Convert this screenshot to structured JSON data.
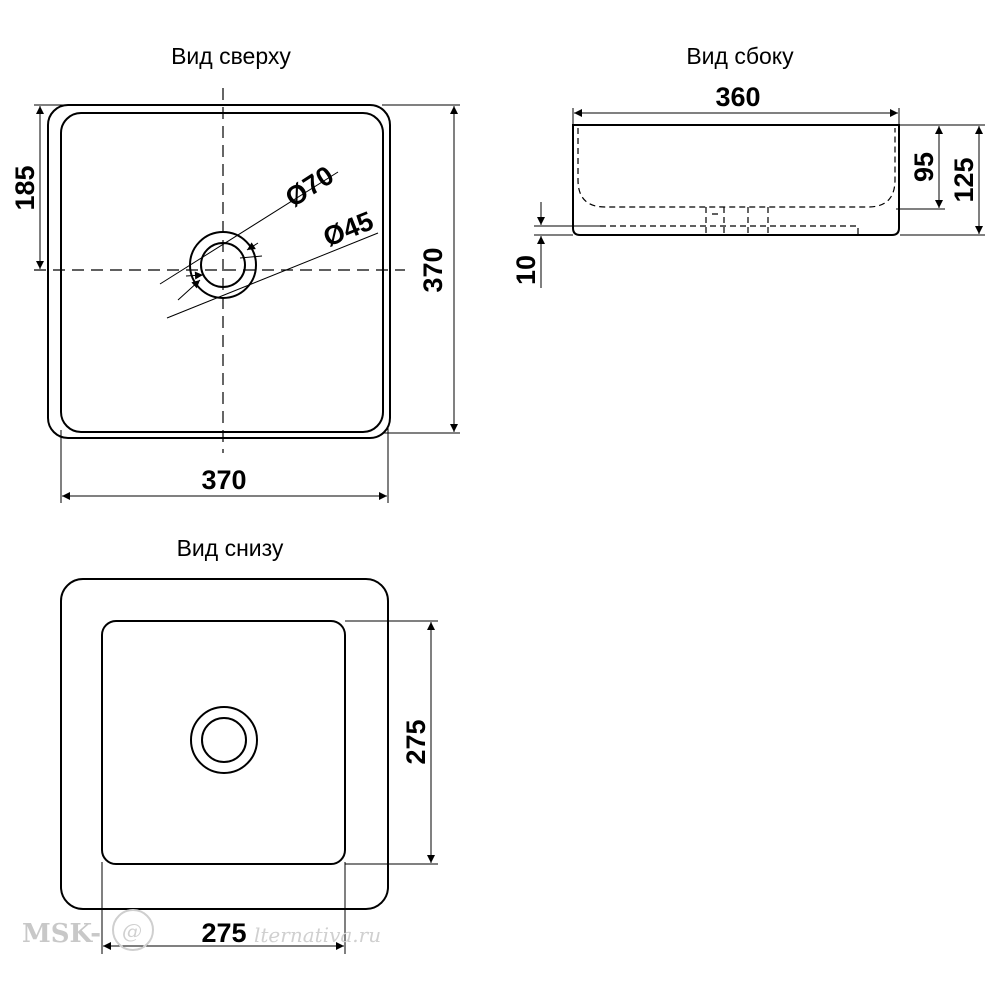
{
  "views": {
    "top": {
      "caption": "Вид сверху"
    },
    "side": {
      "caption": "Вид сбоку"
    },
    "bottom": {
      "caption": "Вид снизу"
    }
  },
  "dimensions": {
    "top_width": "370",
    "top_height": "370",
    "top_center_offset": "185",
    "drain_outer": "Ø70",
    "drain_inner": "Ø45",
    "side_width": "360",
    "side_inner_depth": "95",
    "side_total_height": "125",
    "side_base": "10",
    "bottom_width": "275",
    "bottom_height": "275"
  },
  "watermark": {
    "prefix": "MSK-",
    "logo_glyph": "@",
    "suffix": "lternativa.ru"
  }
}
